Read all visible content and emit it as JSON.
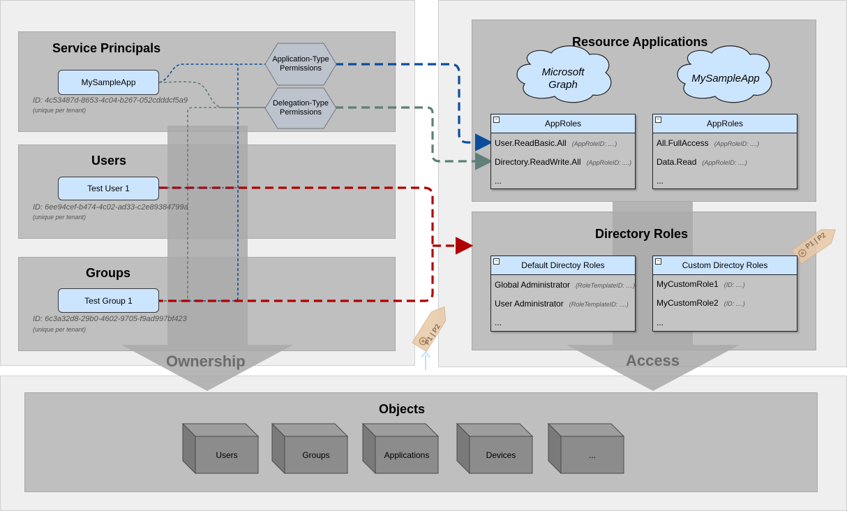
{
  "service_principals": {
    "title": "Service Principals",
    "app_node": "MySampleApp",
    "id": "ID: 4c53487d-8653-4c04-b267-052cdddcf5a9",
    "note": "(unique per tenant)"
  },
  "permissions": {
    "application_type": [
      "Application-Type",
      "Permissions"
    ],
    "delegation_type": [
      "Delegation-Type",
      "Permissions"
    ]
  },
  "users": {
    "title": "Users",
    "node": "Test User 1",
    "id": "ID: 6ee94cef-b474-4c02-ad33-c2e89384799a",
    "note": "(unique per tenant)"
  },
  "groups": {
    "title": "Groups",
    "node": "Test Group 1",
    "id": "ID: 6c3a32d8-29b0-4602-9705-f9ad997bf423",
    "note": "(unique per tenant)"
  },
  "resource_applications": {
    "title": "Resource Applications",
    "cloud_graph": [
      "Microsoft",
      "Graph"
    ],
    "cloud_app": "MySampleApp",
    "graph_roles": {
      "header": "AppRoles",
      "rows": [
        {
          "name": "User.ReadBasic.All",
          "sub": "(AppRoleID: ....)"
        },
        {
          "name": "Directory.ReadWrite.All",
          "sub": "(AppRoleID: ....)"
        },
        {
          "name": "...",
          "sub": ""
        }
      ]
    },
    "app_roles": {
      "header": "AppRoles",
      "rows": [
        {
          "name": "All.FullAccess",
          "sub": "(AppRoleID: ....)"
        },
        {
          "name": "Data.Read",
          "sub": "(AppRoleID: ....)"
        },
        {
          "name": "...",
          "sub": ""
        }
      ]
    }
  },
  "directory_roles": {
    "title": "Directory Roles",
    "default_roles": {
      "header": "Default Directoy Roles",
      "rows": [
        {
          "name": "Global Administrator",
          "sub": "(RoleTemplateID: ....)"
        },
        {
          "name": "User Administrator",
          "sub": "(RoleTemplateID: ....)"
        },
        {
          "name": "...",
          "sub": ""
        }
      ]
    },
    "custom_roles": {
      "header": "Custom Directoy Roles",
      "rows": [
        {
          "name": "MyCustomRole1",
          "sub": "(ID: ....)"
        },
        {
          "name": "MyCustomRole2",
          "sub": "(ID: ....)"
        },
        {
          "name": "...",
          "sub": ""
        }
      ]
    }
  },
  "tags": {
    "p1p2": "P1 | P2"
  },
  "arrows": {
    "ownership": "Ownership",
    "access": "Access"
  },
  "objects": {
    "title": "Objects",
    "items": [
      "Users",
      "Groups",
      "Applications",
      "Devices",
      "..."
    ]
  },
  "colors": {
    "blue_line": "#0b4d9c",
    "green_line": "#5f7f78",
    "red_line": "#b00000",
    "node_fill": "#cce5ff",
    "section_fill": "#bfbfbf",
    "tag_fill": "#e8c9a8"
  }
}
